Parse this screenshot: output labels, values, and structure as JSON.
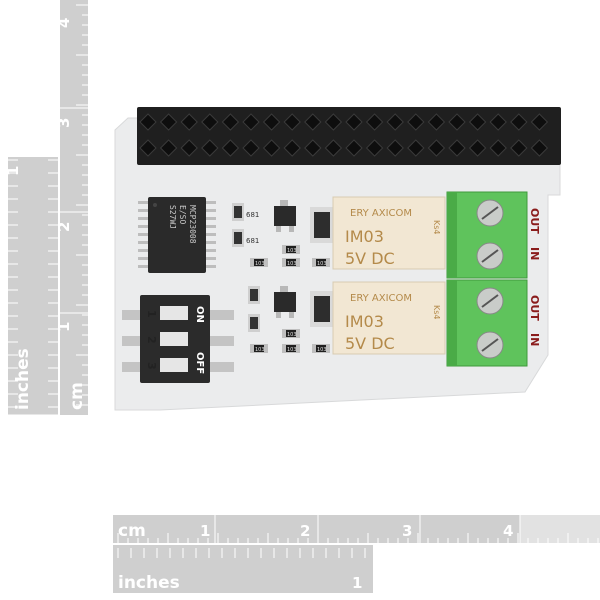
{
  "rulers": {
    "vertical": {
      "inches_label": "inches",
      "inches_numbers": [
        "1"
      ],
      "cm_label": "cm",
      "cm_numbers": [
        "1",
        "2",
        "3",
        "4"
      ]
    },
    "horizontal": {
      "cm_label": "cm",
      "cm_numbers": [
        "1",
        "2",
        "3",
        "4"
      ],
      "inches_label": "inches",
      "inches_numbers": [
        "1"
      ]
    }
  },
  "board": {
    "ic_marking": [
      "MCP23008",
      "E/SO",
      "S27WJ"
    ],
    "relays": [
      {
        "brand": "ERY AXICOM",
        "model": "IM03",
        "voltage": "5V DC",
        "side": "Ks4"
      },
      {
        "brand": "ERY AXICOM",
        "model": "IM03",
        "voltage": "5V DC",
        "side": "Ks4"
      }
    ],
    "dip_switch": {
      "on_label": "ON",
      "off_label": "OFF",
      "numbers": [
        "1",
        "2",
        "3"
      ]
    },
    "terminal_labels": [
      "OUT",
      "IN",
      "OUT",
      "IN"
    ],
    "resistor_codes": [
      "681",
      "681",
      "103",
      "103",
      "103",
      "103",
      "103",
      "103",
      "103",
      "103",
      "103",
      "103"
    ]
  },
  "colors": {
    "pcb": "#ecedee",
    "header": "#1d1d1d",
    "terminal": "#5dc15a",
    "relay": "#f3e9d6",
    "ruler": "#d0d0d0"
  }
}
